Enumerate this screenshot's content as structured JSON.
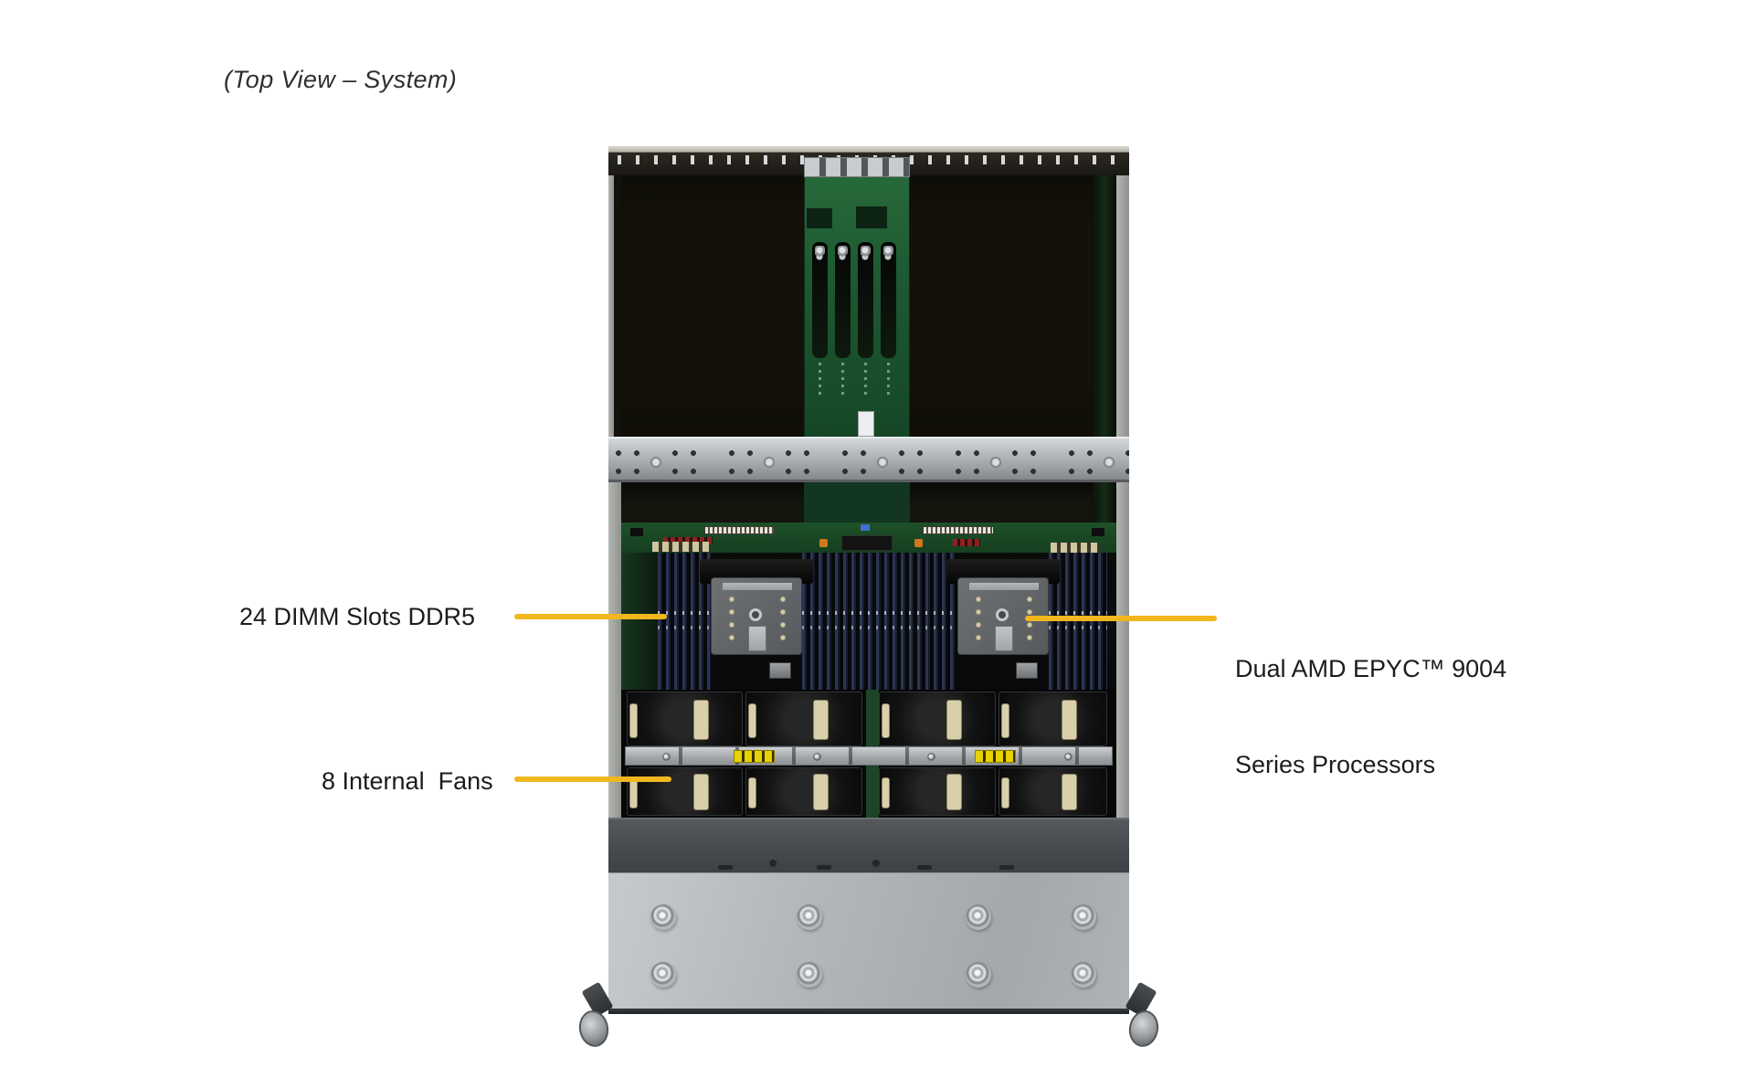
{
  "title": {
    "text": "(Top View – System)"
  },
  "callouts": {
    "dimm_slots": {
      "label": "24 DIMM Slots DDR5"
    },
    "processors": {
      "line1": "Dual AMD EPYC™ 9004",
      "line2": "Series Processors"
    },
    "fans": {
      "label": "8 Internal  Fans"
    }
  },
  "colors": {
    "background": "#FFFFFF",
    "callout_line": "#F0B71E",
    "label_text": "#1C1C1C",
    "card_tan": "#D5CCAC",
    "pcb_green": "#1E5C32",
    "chassis_silver": "#B4B7BA",
    "dimm_navy": "#2B3452",
    "fan_black": "#0D0D0D",
    "warning_sticker_yellow": "#E8D104"
  },
  "figure": {
    "kind": "photo-illustration",
    "subject": "server chassis top view",
    "components": [
      "pcie-card-cage",
      "riser-board",
      "support-crossbar",
      "motherboard",
      "dimm-banks",
      "cpu-socket-1",
      "cpu-socket-2",
      "fan-wall-8x",
      "rear-dark-band",
      "drive-cage-panel",
      "caster-wheels"
    ]
  }
}
